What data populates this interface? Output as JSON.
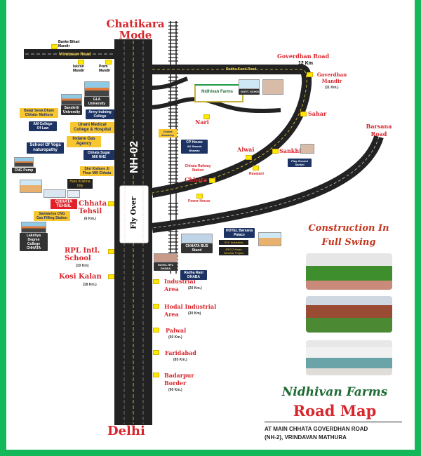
{
  "cities": {
    "top": "Chatikara Mode",
    "bottom": "Delhi"
  },
  "roads": {
    "nh": "NH-02",
    "flyover": "Fly Over",
    "vrindavan": "Vrindavan Road",
    "radhakund": "Radha Kund Road",
    "goverdhan": "Goverdhan Road",
    "goverdhan_km": "12 Km",
    "barsana": "Barsana Road"
  },
  "temples": {
    "banke": "Banke Bihari Mandir",
    "iskcon": "Iskcon Mandir",
    "prem": "Prem Mandir"
  },
  "left_labels": {
    "gla": "GLA University",
    "sanskriti": "Sanskriti University",
    "balaji": "Balaji Sewa Dham Chhata- Mathura",
    "army": "Army training College",
    "am": "AM College Of Law",
    "unani": "Unani Medical College & Hospital",
    "indane": "Indane Gas Agency",
    "yoga": "School Of Yoga naturopathy",
    "sugar": "Chhata Sugar Mill NH2",
    "kishori": "Shri Kishore Ji Flour Mill Chhata",
    "cng": "CNG Pump",
    "hare": "Hare Krishna City",
    "tehsil_badge": "CHHATA TEHSIL",
    "sanwariya": "Sanwariya CNG Gas Filling Station",
    "lakshya": "Lakshya Degree College CHHATA"
  },
  "places": [
    {
      "name": "Chhata Tehsil",
      "km": "(6 Km.)"
    },
    {
      "name": "RPL Intl. School",
      "km": "(10 Km)"
    },
    {
      "name": "Kosi Kalan",
      "km": "(18 Km.)"
    },
    {
      "name": "Industrial Area",
      "km": "(20 Km.)"
    },
    {
      "name": "Hodal Industrial Area",
      "km": "(30 Km)"
    },
    {
      "name": "Palwal",
      "km": "(60 Km.)"
    },
    {
      "name": "Faridabad",
      "km": "(85 Km.)"
    },
    {
      "name": "Badarpur Border",
      "km": "(90 Km.)"
    }
  ],
  "right_places": {
    "goverdhan_mandir": "Goverdhan Mandir",
    "goverdhan_mandir_km": "(11 Km.)",
    "sahar": "Sahar",
    "nari": "Nari",
    "alwai": "Alwai",
    "sankhi": "Sankhi",
    "chhata": "Chhata",
    "railway": "Chhata Railway Station",
    "power": "Power House",
    "cp_house": "CP House",
    "cp_sub": "AK Samrat Bhawan",
    "chetak": "Chetak Academy",
    "hotel_barsana": "HOTEL Barsana Palace",
    "bus": "CHHATA BUS Stand",
    "hotel_rpl": "HOTEL RPL DHABA",
    "radha_rani": "Radha Rani DHABA",
    "svc": "SVC Industries",
    "iffco": "IFFCO Kisan Sanchar Project",
    "govt_school": "GOVT. SCHOOL",
    "play": "Play Ground Sankhi",
    "ravatani": "Ravatani"
  },
  "brand": {
    "logo": "Nidhivan Farms"
  },
  "promo": {
    "title_line1": "Construction In",
    "title_line2": "Full Swing"
  },
  "footer": {
    "brand": "Nidhivan Farms",
    "title": "Road Map",
    "address_line1": "AT MAIN CHHATA GOVERDHAN ROAD",
    "address_line2": "(NH-2), VRINDAVAN MATHURA"
  },
  "colors": {
    "frame": "#12b85a",
    "red": "#d8262d",
    "green": "#1e6b34",
    "road": "#222222",
    "marker": "#ffe800"
  }
}
